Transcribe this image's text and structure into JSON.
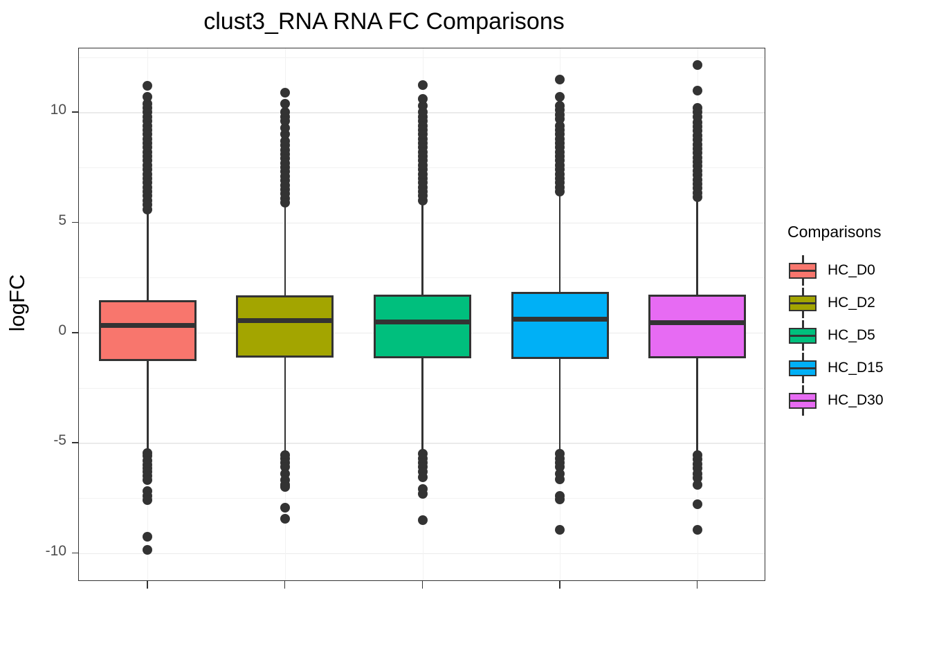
{
  "chart_data": {
    "type": "box",
    "title": "clust3_RNA RNA FC Comparisons",
    "xlabel": "",
    "ylabel": "logFC",
    "ylim": [
      -11.3,
      12.9
    ],
    "yticks": [
      10,
      5,
      0,
      -5,
      -10
    ],
    "ytick_labels": [
      "10",
      "5",
      "0",
      "-5",
      "-10"
    ],
    "xticks": [
      "",
      "",
      "",
      "",
      ""
    ],
    "grid": "horizontal-major-minor",
    "legend_position": "right",
    "legend_title": "Comparisons",
    "categories": [
      "HC_D0",
      "HC_D2",
      "HC_D5",
      "HC_D15",
      "HC_D30"
    ],
    "colors": [
      "#F8766D",
      "#A3A500",
      "#00BF7D",
      "#00B0F6",
      "#E76BF3"
    ],
    "boxes": [
      {
        "name": "HC_D0",
        "color": "#F8766D",
        "q1": -1.28,
        "median": 0.32,
        "q3": 1.47,
        "whisker_low": -5.3,
        "whisker_high": 5.55,
        "outliers_high": [
          5.6,
          5.8,
          6.0,
          6.2,
          6.4,
          6.6,
          6.8,
          7.0,
          7.2,
          7.4,
          7.6,
          7.8,
          8.0,
          8.2,
          8.4,
          8.6,
          8.8,
          9.0,
          9.2,
          9.4,
          9.6,
          9.8,
          10.0,
          10.2,
          10.4,
          10.7,
          11.2
        ],
        "outliers_low": [
          -5.45,
          -5.6,
          -5.8,
          -6.0,
          -6.15,
          -6.3,
          -6.5,
          -6.7,
          -7.2,
          -7.4,
          -7.6,
          -9.25,
          -9.85
        ]
      },
      {
        "name": "HC_D2",
        "color": "#A3A500",
        "q1": -1.12,
        "median": 0.55,
        "q3": 1.7,
        "whisker_low": -5.45,
        "whisker_high": 5.85,
        "outliers_high": [
          5.9,
          6.1,
          6.3,
          6.5,
          6.7,
          6.9,
          7.1,
          7.3,
          7.5,
          7.7,
          7.9,
          8.1,
          8.3,
          8.5,
          8.7,
          9.0,
          9.3,
          9.6,
          9.8,
          10.0,
          10.4,
          10.9
        ],
        "outliers_low": [
          -5.55,
          -5.7,
          -5.9,
          -6.1,
          -6.4,
          -6.7,
          -6.9,
          -7.0,
          -7.95,
          -8.45
        ]
      },
      {
        "name": "HC_D5",
        "color": "#00BF7D",
        "q1": -1.17,
        "median": 0.5,
        "q3": 1.72,
        "whisker_low": -5.45,
        "whisker_high": 5.98,
        "outliers_high": [
          6.0,
          6.2,
          6.4,
          6.6,
          6.8,
          7.0,
          7.2,
          7.4,
          7.6,
          7.8,
          8.0,
          8.2,
          8.4,
          8.6,
          8.8,
          9.0,
          9.2,
          9.4,
          9.6,
          9.8,
          10.0,
          10.3,
          10.6,
          11.25
        ],
        "outliers_low": [
          -5.5,
          -5.7,
          -5.9,
          -6.1,
          -6.3,
          -6.55,
          -7.1,
          -7.3,
          -8.5
        ]
      },
      {
        "name": "HC_D15",
        "color": "#00B0F6",
        "q1": -1.18,
        "median": 0.6,
        "q3": 1.85,
        "whisker_low": -5.45,
        "whisker_high": 6.35,
        "outliers_high": [
          6.4,
          6.6,
          6.8,
          7.0,
          7.2,
          7.4,
          7.6,
          7.8,
          8.0,
          8.2,
          8.4,
          8.6,
          8.8,
          9.0,
          9.2,
          9.4,
          9.7,
          9.9,
          10.1,
          10.3,
          10.7,
          11.5
        ],
        "outliers_low": [
          -5.5,
          -5.7,
          -5.9,
          -6.1,
          -6.4,
          -6.65,
          -7.4,
          -7.55,
          -8.95
        ]
      },
      {
        "name": "HC_D30",
        "color": "#E76BF3",
        "q1": -1.16,
        "median": 0.47,
        "q3": 1.73,
        "whisker_low": -5.5,
        "whisker_high": 6.1,
        "outliers_high": [
          6.15,
          6.35,
          6.55,
          6.75,
          6.95,
          7.15,
          7.35,
          7.55,
          7.75,
          7.95,
          8.15,
          8.35,
          8.55,
          8.75,
          8.95,
          9.15,
          9.35,
          9.55,
          9.8,
          10.0,
          10.2,
          11.0,
          12.15
        ],
        "outliers_low": [
          -5.55,
          -5.75,
          -5.95,
          -6.15,
          -6.4,
          -6.6,
          -6.9,
          -7.8,
          -8.95
        ]
      }
    ]
  },
  "legend": {
    "title": "Comparisons",
    "items": [
      {
        "label": "HC_D0",
        "color": "#F8766D"
      },
      {
        "label": "HC_D2",
        "color": "#A3A500"
      },
      {
        "label": "HC_D5",
        "color": "#00BF7D"
      },
      {
        "label": "HC_D15",
        "color": "#00B0F6"
      },
      {
        "label": "HC_D30",
        "color": "#E76BF3"
      }
    ]
  }
}
